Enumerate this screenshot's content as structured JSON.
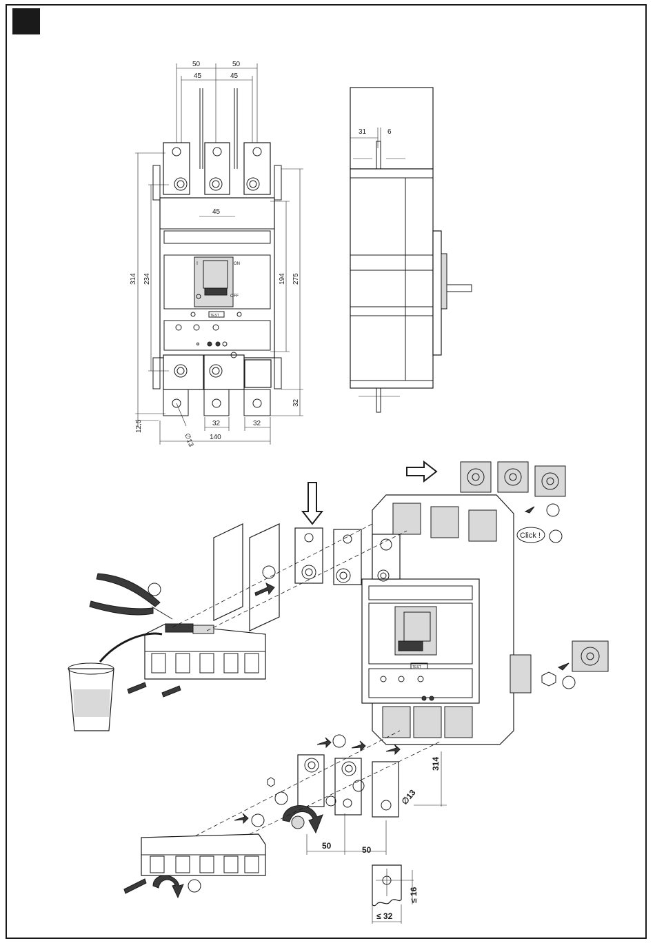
{
  "front_view": {
    "top_dims": [
      "50",
      "50",
      "45",
      "45"
    ],
    "inner_dim": "45",
    "left_dims": [
      "314",
      "234"
    ],
    "right_dims": [
      "194",
      "275"
    ],
    "bottom_dims": [
      "32",
      "32",
      "140"
    ],
    "side_small_dims": [
      "12,5",
      "32"
    ],
    "hole_dim": "∅13",
    "switch_on": "ON",
    "switch_off": "OFF",
    "switch_i": "I",
    "test_label": "TEST"
  },
  "side_view": {
    "dims": [
      "31",
      "6"
    ]
  },
  "assembly": {
    "click_label": "Click !",
    "pitch_dims": [
      "50",
      "50"
    ],
    "height_dim": "314",
    "hole_dim": "∅13",
    "bar_width_dim": "≤ 32",
    "bar_edge_dim": "≤ 16"
  },
  "colors": {
    "line": "#1a1a1a",
    "fill_grey": "#d9d9d9",
    "dark": "#3a3a3a"
  }
}
